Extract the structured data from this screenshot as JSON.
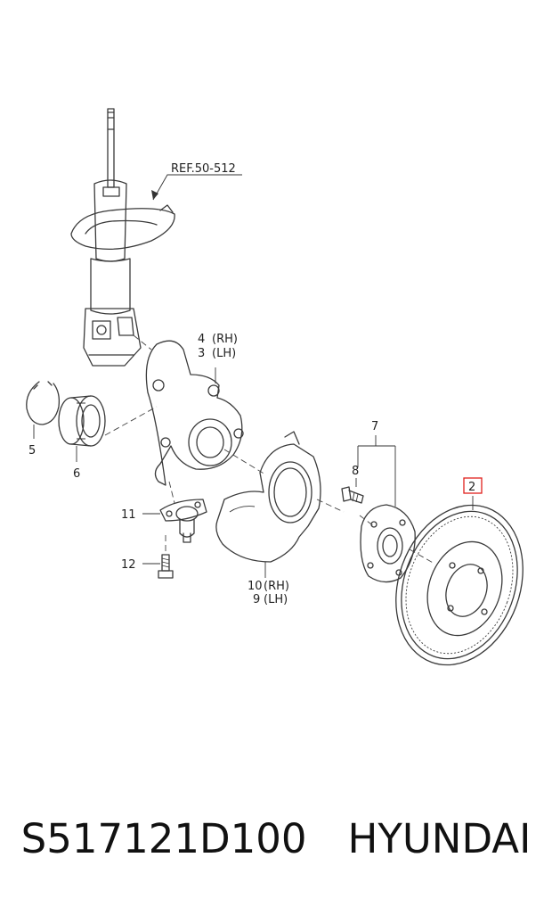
{
  "reference": "REF.50-512",
  "callouts": {
    "p4": "4",
    "p4_side": "(RH)",
    "p3": "3",
    "p3_side": "(LH)",
    "p5": "5",
    "p6": "6",
    "p7": "7",
    "p8": "8",
    "p2": "2",
    "p11": "11",
    "p12": "12",
    "p10": "10",
    "p10_side": "(RH)",
    "p9": "9",
    "p9_side": "(LH)"
  },
  "highlight_color": "#e0201c",
  "footer": {
    "part_number": "S517121D100",
    "brand": "HYUNDAI"
  }
}
